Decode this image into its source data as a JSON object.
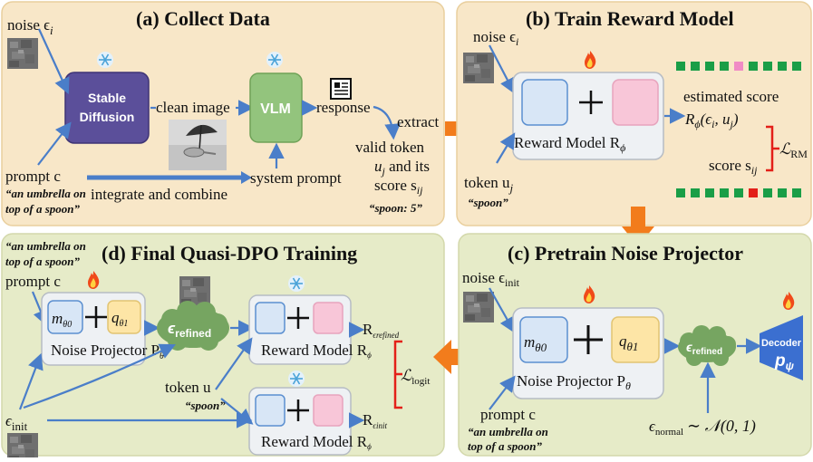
{
  "panels": {
    "a": {
      "title": "(a) Collect Data",
      "noise_label": "noise ϵ",
      "noise_sub": "i",
      "sd_line1": "Stable",
      "sd_line2": "Diffusion",
      "clean_image": "clean image",
      "vlm": "VLM",
      "response": "response",
      "extract": "extract",
      "valid_token_1": "valid token",
      "valid_token_2": "u",
      "valid_token_2_sub": "j",
      "valid_token_2_rest": " and its",
      "valid_token_3": "score s",
      "valid_token_3_sub": "ij",
      "example_score": "“spoon: 5”",
      "prompt_label": "prompt c",
      "prompt_example_1": "“an umbrella on",
      "prompt_example_2": "top of a spoon”",
      "integrate": "integrate and combine",
      "system_prompt": "system prompt"
    },
    "b": {
      "title": "(b) Train Reward Model",
      "noise_label": "noise ϵ",
      "noise_sub": "i",
      "reward_model": "Reward Model R",
      "reward_sub": "ϕ",
      "estimated_score": "estimated score",
      "estimated_formula": "R",
      "estimated_formula_rest": "(ϵ",
      "estimated_formula_end": ", u",
      "estimated_formula_close": ")",
      "loss": "ℒ",
      "loss_sub": "RM",
      "score_label": "score s",
      "score_sub": "ij",
      "token_label": "token u",
      "token_sub": "j",
      "token_example": "“spoon”"
    },
    "c": {
      "title": "(c) Pretrain Noise Projector",
      "noise_label": "noise ϵ",
      "noise_sub": "init",
      "m_label": "m",
      "m_sub": "θ0",
      "q_label": "q",
      "q_sub": "θ1",
      "projector": "Noise Projector P",
      "projector_sub": "θ",
      "refined": "ϵ",
      "refined_sub": "refined",
      "decoder": "Decoder",
      "decoder_p": "p",
      "decoder_sub": "ψ",
      "prompt_label": "prompt c",
      "prompt_example_1": "“an umbrella on",
      "prompt_example_2": "top of a spoon”",
      "normal_label": "ϵ",
      "normal_sub": "normal",
      "normal_dist": "∼ 𝒩(0, 1)"
    },
    "d": {
      "title": "(d) Final Quasi-DPO Training",
      "prompt_example_1": "“an umbrella on",
      "prompt_example_2": "top of a spoon”",
      "prompt_label": "prompt c",
      "m_label": "m",
      "m_sub": "θ0",
      "q_label": "q",
      "q_sub": "θ1",
      "projector": "Noise Projector P",
      "projector_sub": "θ",
      "refined": "ϵ",
      "refined_sub": "refined",
      "reward_model": "Reward Model R",
      "reward_sub": "ϕ",
      "r_refined": "R",
      "r_refined_sub": "ϵrefined",
      "r_init": "R",
      "r_init_sub": "ϵinit",
      "loss": "ℒ",
      "loss_sub": "logit",
      "token_label": "token u",
      "token_example": "“spoon”",
      "init_label": "ϵ",
      "init_sub": "init"
    }
  },
  "colors": {
    "panel_a_bg": "#f8e7c8",
    "panel_b_bg": "#f8e7c8",
    "panel_c_bg": "#e6ebc8",
    "panel_d_bg": "#e6ebc8",
    "arrow": "#4a7ec9",
    "big_arrow": "#f27c1c",
    "stable_diffusion": "#5b4f9a",
    "vlm": "#93c47d",
    "decoder": "#3b6fd0",
    "cloud": "#76a561",
    "blue_box": "#d8e6f6",
    "pink_box": "#f8c6d8",
    "yellow_box": "#fde5a6",
    "green_square": "#1a9e47",
    "pink_square": "#f08bc5",
    "red_square": "#e32019"
  },
  "icons": [
    "snowflake-icon",
    "flame-icon",
    "document-icon",
    "umbrella-image",
    "noise-image"
  ]
}
